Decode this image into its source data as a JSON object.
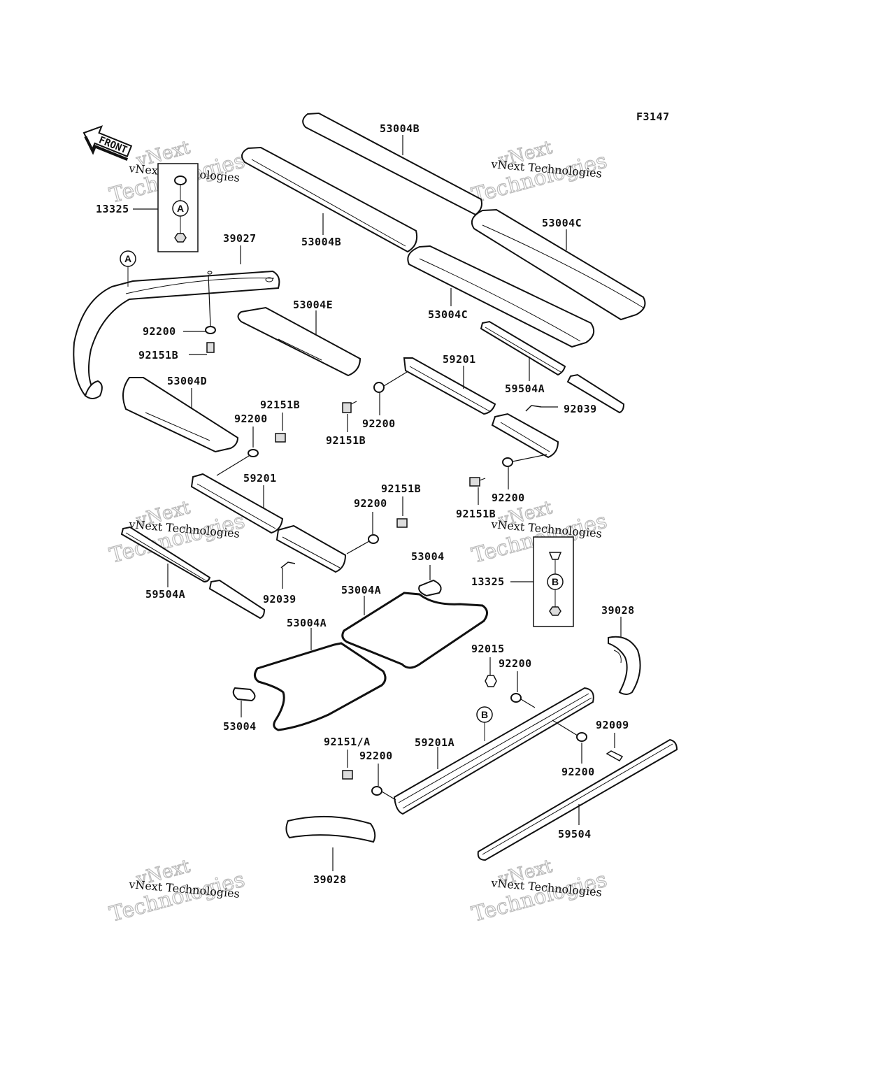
{
  "figure_code": "F3147",
  "front_label": "FRONT",
  "labels": {
    "l_53004b_top": "53004B",
    "l_53004b_mid": "53004B",
    "l_53004c_right": "53004C",
    "l_53004c_mid": "53004C",
    "l_13325_a": "13325",
    "l_39027": "39027",
    "l_53004e": "53004E",
    "l_92200_a": "92200",
    "l_92151b_a": "92151B",
    "l_53004d": "53004D",
    "l_59201_r": "59201",
    "l_59504a_r": "59504A",
    "l_92039_r": "92039",
    "l_92151b_b": "92151B",
    "l_92200_b": "92200",
    "l_92200_c": "92200",
    "l_92151b_c": "92151B",
    "l_59201_l": "59201",
    "l_92200_d": "92200",
    "l_92151b_d": "92151B",
    "l_92151b_e": "92151B",
    "l_92200_e": "92200",
    "l_53004_top": "53004",
    "l_13325_b": "13325",
    "l_59504a_l": "59504A",
    "l_92039_l": "92039",
    "l_53004a_r": "53004A",
    "l_53004a_l": "53004A",
    "l_39028_r": "39028",
    "l_92015": "92015",
    "l_92200_f": "92200",
    "l_53004_bot": "53004",
    "l_92009": "92009",
    "l_92151a": "92151/A",
    "l_59201a": "59201A",
    "l_92200_g": "92200",
    "l_92200_h": "92200",
    "l_59504": "59504",
    "l_39028_bot": "39028"
  },
  "callouts": {
    "a_box": "A",
    "a_frame": "A",
    "b_box": "B",
    "b_rail": "B"
  },
  "watermark": {
    "line1": "vNext Technologies",
    "line2": "vNext",
    "line3": "Technologies"
  }
}
